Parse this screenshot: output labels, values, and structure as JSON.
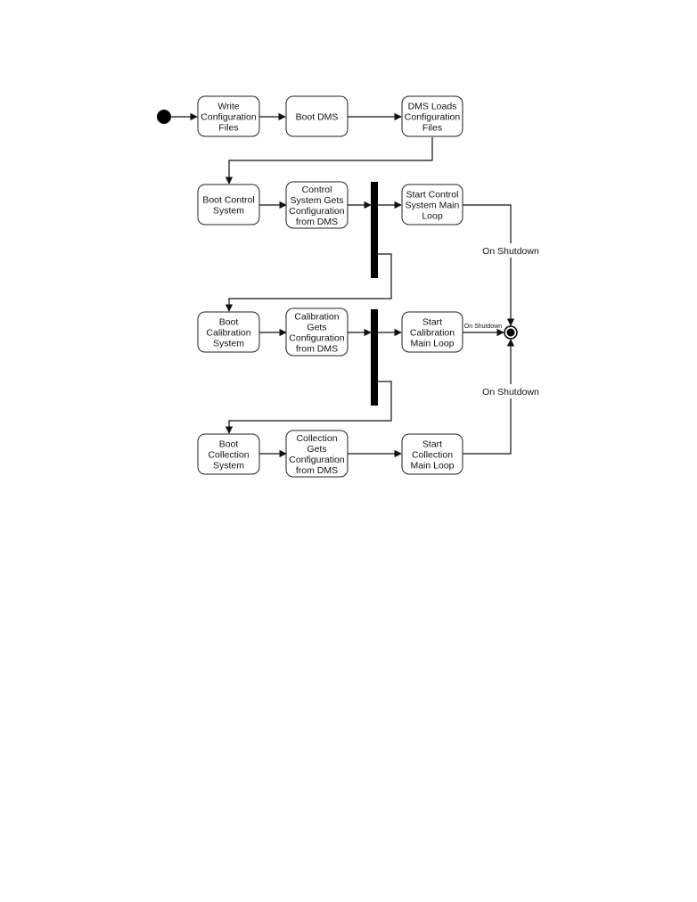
{
  "diagram": {
    "states": {
      "write_config": {
        "lines": [
          "Write",
          "Configuration",
          "Files"
        ]
      },
      "boot_dms": {
        "lines": [
          "Boot DMS"
        ]
      },
      "dms_loads": {
        "lines": [
          "DMS Loads",
          "Configuration",
          "Files"
        ]
      },
      "boot_control": {
        "lines": [
          "Boot Control",
          "System"
        ]
      },
      "control_gets_config": {
        "lines": [
          "Control",
          "System Gets",
          "Configuration",
          "from DMS"
        ]
      },
      "start_control_loop": {
        "lines": [
          "Start Control",
          "System Main",
          "Loop"
        ]
      },
      "boot_calibration": {
        "lines": [
          "Boot",
          "Calibration",
          "System"
        ]
      },
      "calibration_gets_config": {
        "lines": [
          "Calibration",
          "Gets",
          "Configuration",
          "from DMS"
        ]
      },
      "start_calibration_loop": {
        "lines": [
          "Start",
          "Calibration",
          "Main Loop"
        ]
      },
      "boot_collection": {
        "lines": [
          "Boot",
          "Collection",
          "System"
        ]
      },
      "collection_gets_config": {
        "lines": [
          "Collection",
          "Gets",
          "Configuration",
          "from DMS"
        ]
      },
      "start_collection_loop": {
        "lines": [
          "Start",
          "Collection",
          "Main Loop"
        ]
      }
    },
    "edge_labels": {
      "control_shutdown": "On Shutdown",
      "calibration_shutdown": "On Shutdown",
      "collection_shutdown": "On Shutdown"
    }
  }
}
